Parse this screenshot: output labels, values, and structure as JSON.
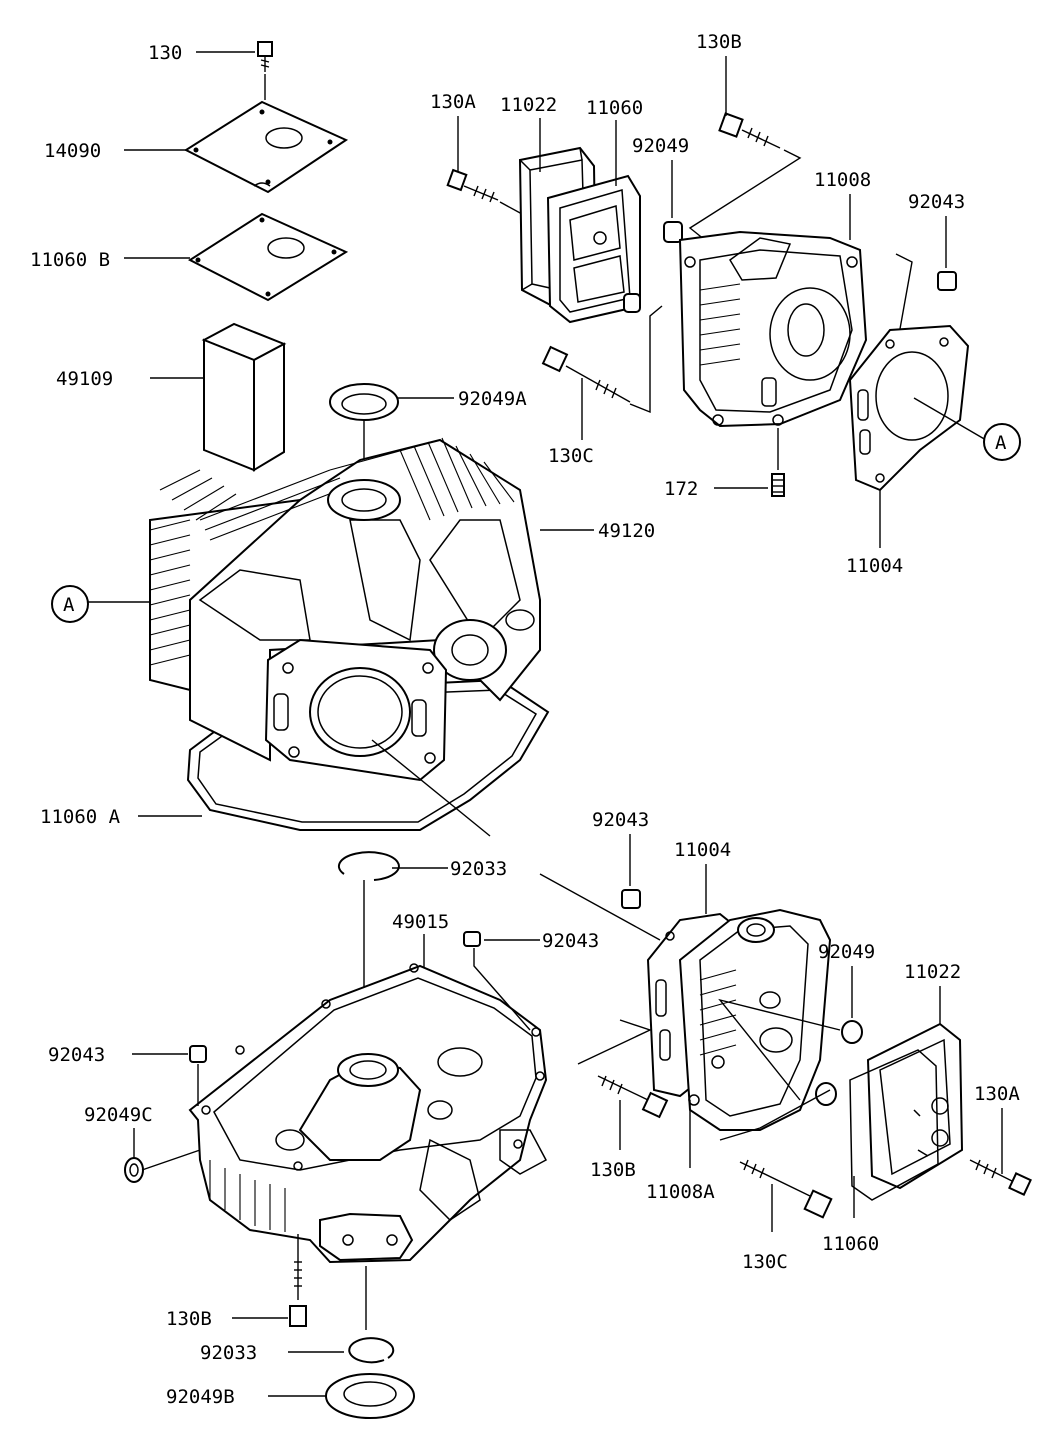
{
  "diagram": {
    "labels": {
      "l_130": "130",
      "l_14090": "14090",
      "l_11060b": "11060 B",
      "l_49109": "49109",
      "l_92049a": "92049A",
      "l_49120": "49120",
      "l_a_left": "A",
      "l_11060a": "11060 A",
      "l_92033_top": "92033",
      "l_49015": "49015",
      "l_92043_mid": "92043",
      "l_92043_left": "92043",
      "l_92049c": "92049C",
      "l_130b_bottom": "130B",
      "l_92033_bottom": "92033",
      "l_92049b": "92049B",
      "l_130a_top": "130A",
      "l_11022_top": "11022",
      "l_11060_top": "11060",
      "l_92049_top": "92049",
      "l_130b_top": "130B",
      "l_11008_top": "11008",
      "l_92043_topright": "92043",
      "l_130c_top": "130C",
      "l_172": "172",
      "l_a_right": "A",
      "l_11004_top": "11004",
      "l_92043_lowright": "92043",
      "l_11004_low": "11004",
      "l_92049_low": "92049",
      "l_11022_low": "11022",
      "l_130a_low": "130A",
      "l_130b_low": "130B",
      "l_11008a": "11008A",
      "l_130c_low": "130C",
      "l_11060_low": "11060"
    }
  }
}
